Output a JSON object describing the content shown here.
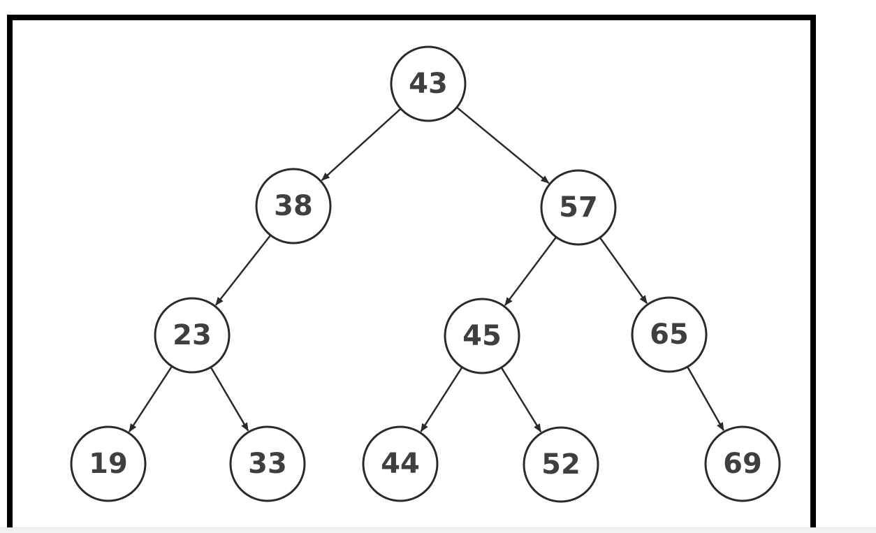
{
  "diagram": {
    "type": "binary-search-tree",
    "nodes": [
      {
        "id": "n43",
        "label": "43"
      },
      {
        "id": "n38",
        "label": "38"
      },
      {
        "id": "n57",
        "label": "57"
      },
      {
        "id": "n23",
        "label": "23"
      },
      {
        "id": "n45",
        "label": "45"
      },
      {
        "id": "n65",
        "label": "65"
      },
      {
        "id": "n19",
        "label": "19"
      },
      {
        "id": "n33",
        "label": "33"
      },
      {
        "id": "n44",
        "label": "44"
      },
      {
        "id": "n52",
        "label": "52"
      },
      {
        "id": "n69",
        "label": "69"
      }
    ],
    "edges": [
      {
        "from": "n43",
        "to": "n38"
      },
      {
        "from": "n43",
        "to": "n57"
      },
      {
        "from": "n38",
        "to": "n23"
      },
      {
        "from": "n57",
        "to": "n45"
      },
      {
        "from": "n57",
        "to": "n65"
      },
      {
        "from": "n23",
        "to": "n19"
      },
      {
        "from": "n23",
        "to": "n33"
      },
      {
        "from": "n45",
        "to": "n44"
      },
      {
        "from": "n45",
        "to": "n52"
      },
      {
        "from": "n65",
        "to": "n69"
      }
    ]
  }
}
